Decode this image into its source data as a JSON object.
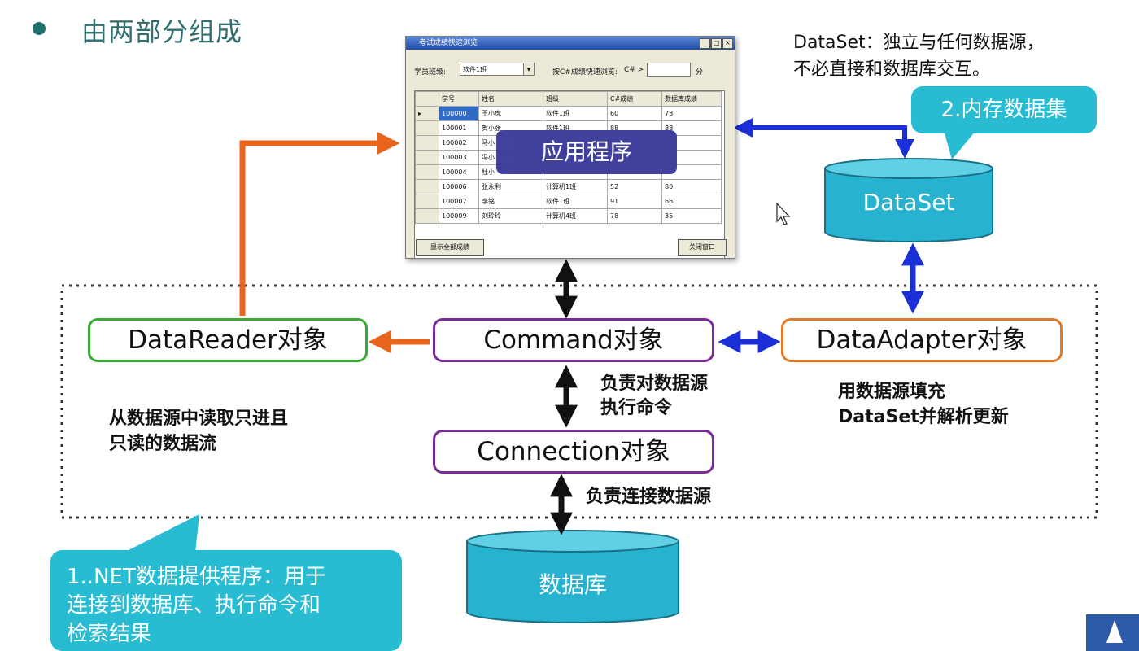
{
  "title": "由两部分组成",
  "app_window": {
    "title_bar": "考试成绩快速浏览",
    "class_label": "学员班级:",
    "class_value": "软件1班",
    "filter_label": "按C#成绩快速浏览:",
    "filter_prefix": "C# >",
    "filter_unit": "分",
    "columns": [
      "学号",
      "姓名",
      "班级",
      "C#成绩",
      "数据库成绩"
    ],
    "rows": [
      [
        "100000",
        "王小虎",
        "软件1班",
        "60",
        "78"
      ],
      [
        "100001",
        "贺小张",
        "软件1班",
        "88",
        "88"
      ],
      [
        "100002",
        "马小",
        "",
        "",
        ""
      ],
      [
        "100003",
        "冯小",
        "",
        "",
        ""
      ],
      [
        "100004",
        "杜小",
        "",
        "",
        ""
      ],
      [
        "100006",
        "张永利",
        "计算机1班",
        "52",
        "80"
      ],
      [
        "100007",
        "李铭",
        "软件1班",
        "91",
        "66"
      ],
      [
        "100009",
        "刘玲玲",
        "计算机4班",
        "78",
        "35"
      ]
    ],
    "show_all_button": "显示全部成绩",
    "close_button": "关闭窗口"
  },
  "app_label": "应用程序",
  "dataset_note_line1": "DataSet：独立与任何数据源，",
  "dataset_note_line2": "不必直接和数据库交互。",
  "callout_memory": "2.内存数据集",
  "dataset_cylinder": "DataSet",
  "datareader_box": "DataReader对象",
  "command_box": "Command对象",
  "dataadapter_box": "DataAdapter对象",
  "connection_box": "Connection对象",
  "command_note_line1": "负责对数据源",
  "command_note_line2": "执行命令",
  "adapter_note_line1": "用数据源填充",
  "adapter_note_line2": "DataSet并解析更新",
  "reader_note_line1": "从数据源中读取只进且",
  "reader_note_line2": "只读的数据流",
  "connection_note": "负责连接数据源",
  "database_cylinder": "数据库",
  "callout_provider_line1": "1..NET数据提供程序：用于",
  "callout_provider_line2": "连接到数据库、执行命令和",
  "callout_provider_line3": "检索结果",
  "colors": {
    "orange": "#e8651c",
    "blue": "#1a2fd6",
    "black": "#111111",
    "green_border": "#3aaa35",
    "purple_border": "#7b2a9a",
    "orange_border": "#e07a2a",
    "cylinder": "#27b3cf",
    "callout": "#28bcd2",
    "app_label": "#3a3a9a"
  }
}
